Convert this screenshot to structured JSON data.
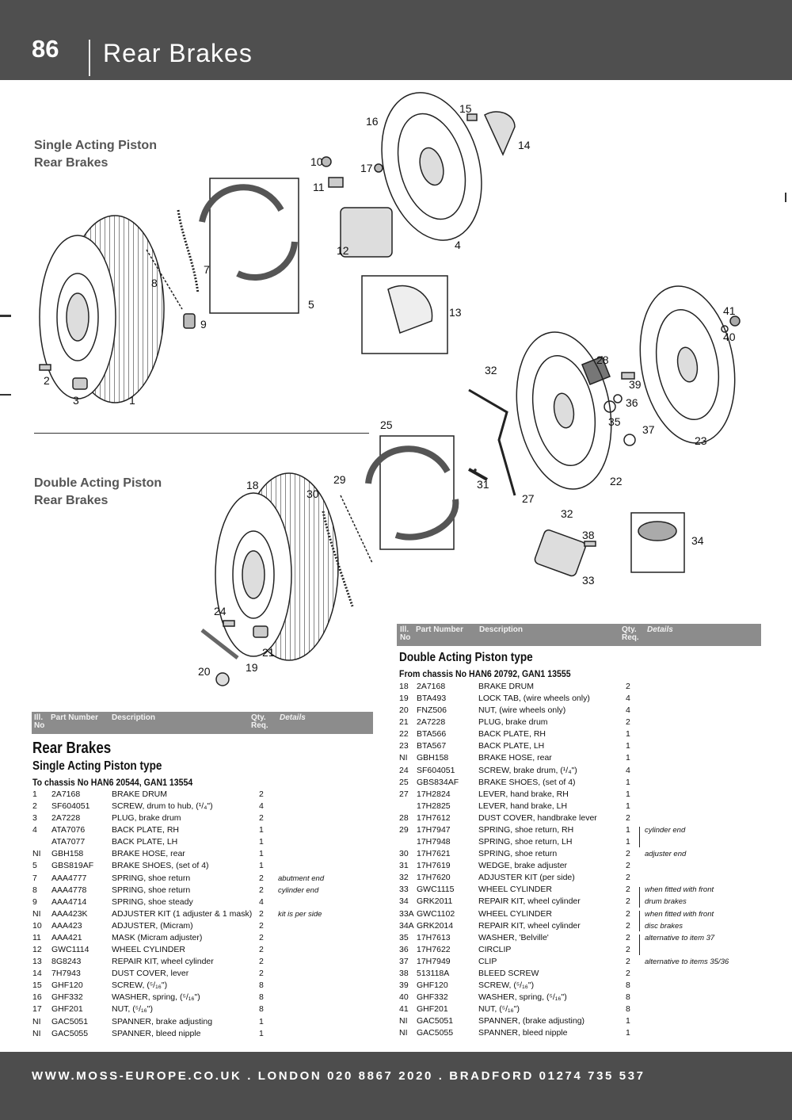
{
  "header": {
    "page_number": "86",
    "title": "Rear Brakes"
  },
  "captions": {
    "single_1": "Single Acting Piston",
    "single_2": "Rear Brakes",
    "double_1": "Double Acting Piston",
    "double_2": "Rear Brakes"
  },
  "table_headers": {
    "ill": "Ill.",
    "no": "No",
    "part": "Part Number",
    "desc": "Description",
    "qty": "Qty.",
    "req": "Req.",
    "details": "Details"
  },
  "left_table": {
    "section_title": "Rear Brakes",
    "subtitle": "Single Acting Piston type",
    "chassis": "To chassis No HAN6 20544, GAN1 13554",
    "rows": [
      {
        "ill": "1",
        "part": "2A7168",
        "desc": "BRAKE DRUM",
        "qty": "2",
        "details": ""
      },
      {
        "ill": "2",
        "part": "SF604051",
        "desc": "SCREW, drum to hub, (¹/₄\")",
        "qty": "4",
        "details": ""
      },
      {
        "ill": "3",
        "part": "2A7228",
        "desc": "PLUG, brake drum",
        "qty": "2",
        "details": ""
      },
      {
        "ill": "4",
        "part": "ATA7076",
        "desc": "BACK PLATE, RH",
        "qty": "1",
        "details": ""
      },
      {
        "ill": "",
        "part": "ATA7077",
        "desc": "BACK PLATE, LH",
        "qty": "1",
        "details": ""
      },
      {
        "ill": "NI",
        "part": "GBH158",
        "desc": "BRAKE HOSE, rear",
        "qty": "1",
        "details": ""
      },
      {
        "ill": "5",
        "part": "GBS819AF",
        "desc": "BRAKE SHOES, (set of 4)",
        "qty": "1",
        "details": ""
      },
      {
        "ill": "7",
        "part": "AAA4777",
        "desc": "SPRING, shoe return",
        "qty": "2",
        "details": "abutment end"
      },
      {
        "ill": "8",
        "part": "AAA4778",
        "desc": "SPRING, shoe return",
        "qty": "2",
        "details": "cylinder end"
      },
      {
        "ill": "9",
        "part": "AAA4714",
        "desc": "SPRING, shoe steady",
        "qty": "4",
        "details": ""
      },
      {
        "ill": "NI",
        "part": "AAA423K",
        "desc": "ADJUSTER KIT (1 adjuster & 1 mask)",
        "qty": "2",
        "details": "kit is per side"
      },
      {
        "ill": "10",
        "part": "AAA423",
        "desc": "ADJUSTER, (Micram)",
        "qty": "2",
        "details": ""
      },
      {
        "ill": "11",
        "part": "AAA421",
        "desc": "MASK (Micram adjuster)",
        "qty": "2",
        "details": ""
      },
      {
        "ill": "12",
        "part": "GWC1114",
        "desc": "WHEEL CYLINDER",
        "qty": "2",
        "details": ""
      },
      {
        "ill": "13",
        "part": "8G8243",
        "desc": "REPAIR KIT, wheel cylinder",
        "qty": "2",
        "details": ""
      },
      {
        "ill": "14",
        "part": "7H7943",
        "desc": "DUST COVER, lever",
        "qty": "2",
        "details": ""
      },
      {
        "ill": "15",
        "part": "GHF120",
        "desc": "SCREW, (⁵/₁₆\")",
        "qty": "8",
        "details": ""
      },
      {
        "ill": "16",
        "part": "GHF332",
        "desc": "WASHER, spring, (⁵/₁₆\")",
        "qty": "8",
        "details": ""
      },
      {
        "ill": "17",
        "part": "GHF201",
        "desc": "NUT, (⁵/₁₆\")",
        "qty": "8",
        "details": ""
      },
      {
        "ill": "NI",
        "part": "GAC5051",
        "desc": "SPANNER, brake adjusting",
        "qty": "1",
        "details": ""
      },
      {
        "ill": "NI",
        "part": "GAC5055",
        "desc": "SPANNER, bleed nipple",
        "qty": "1",
        "details": ""
      }
    ]
  },
  "right_table": {
    "subtitle": "Double Acting Piston type",
    "chassis": "From chassis No HAN6 20792, GAN1 13555",
    "rows": [
      {
        "ill": "18",
        "part": "2A7168",
        "desc": "BRAKE DRUM",
        "qty": "2",
        "details": ""
      },
      {
        "ill": "19",
        "part": "BTA493",
        "desc": "LOCK TAB, (wire wheels only)",
        "qty": "4",
        "details": ""
      },
      {
        "ill": "20",
        "part": "FNZ506",
        "desc": "NUT, (wire wheels only)",
        "qty": "4",
        "details": ""
      },
      {
        "ill": "21",
        "part": "2A7228",
        "desc": "PLUG, brake drum",
        "qty": "2",
        "details": ""
      },
      {
        "ill": "22",
        "part": "BTA566",
        "desc": "BACK PLATE, RH",
        "qty": "1",
        "details": ""
      },
      {
        "ill": "23",
        "part": "BTA567",
        "desc": "BACK PLATE, LH",
        "qty": "1",
        "details": ""
      },
      {
        "ill": "NI",
        "part": "GBH158",
        "desc": "BRAKE HOSE, rear",
        "qty": "1",
        "details": ""
      },
      {
        "ill": "24",
        "part": "SF604051",
        "desc": "SCREW, brake drum, (¹/₄\")",
        "qty": "4",
        "details": ""
      },
      {
        "ill": "25",
        "part": "GBS834AF",
        "desc": "BRAKE SHOES, (set of 4)",
        "qty": "1",
        "details": ""
      },
      {
        "ill": "27",
        "part": "17H2824",
        "desc": "LEVER, hand brake, RH",
        "qty": "1",
        "details": ""
      },
      {
        "ill": "",
        "part": "17H2825",
        "desc": "LEVER, hand brake, LH",
        "qty": "1",
        "details": ""
      },
      {
        "ill": "28",
        "part": "17H7612",
        "desc": "DUST COVER, handbrake lever",
        "qty": "2",
        "details": ""
      },
      {
        "ill": "29",
        "part": "17H7947",
        "desc": "SPRING, shoe return, RH",
        "qty": "1",
        "details": "cylinder end"
      },
      {
        "ill": "",
        "part": "17H7948",
        "desc": "SPRING, shoe return, LH",
        "qty": "1",
        "details": ""
      },
      {
        "ill": "30",
        "part": "17H7621",
        "desc": "SPRING, shoe return",
        "qty": "2",
        "details": "adjuster end"
      },
      {
        "ill": "31",
        "part": "17H7619",
        "desc": "WEDGE, brake adjuster",
        "qty": "2",
        "details": ""
      },
      {
        "ill": "32",
        "part": "17H7620",
        "desc": "ADJUSTER KIT (per side)",
        "qty": "2",
        "details": ""
      },
      {
        "ill": "33",
        "part": "GWC1115",
        "desc": "WHEEL CYLINDER",
        "qty": "2",
        "details": "when fitted with front"
      },
      {
        "ill": "34",
        "part": "GRK2011",
        "desc": "REPAIR KIT, wheel cylinder",
        "qty": "2",
        "details": "drum brakes"
      },
      {
        "ill": "33A",
        "part": "GWC1102",
        "desc": "WHEEL CYLINDER",
        "qty": "2",
        "details": "when fitted with front"
      },
      {
        "ill": "34A",
        "part": "GRK2014",
        "desc": "REPAIR KIT, wheel cylinder",
        "qty": "2",
        "details": "disc brakes"
      },
      {
        "ill": "35",
        "part": "17H7613",
        "desc": "WASHER, 'Belville'",
        "qty": "2",
        "details": "alternative to item 37"
      },
      {
        "ill": "36",
        "part": "17H7622",
        "desc": "CIRCLIP",
        "qty": "2",
        "details": ""
      },
      {
        "ill": "37",
        "part": "17H7949",
        "desc": "CLIP",
        "qty": "2",
        "details": "alternative to items 35/36"
      },
      {
        "ill": "38",
        "part": "513118A",
        "desc": "BLEED SCREW",
        "qty": "2",
        "details": ""
      },
      {
        "ill": "39",
        "part": "GHF120",
        "desc": "SCREW, (⁵/₁₆\")",
        "qty": "8",
        "details": ""
      },
      {
        "ill": "40",
        "part": "GHF332",
        "desc": "WASHER, spring, (⁵/₁₆\")",
        "qty": "8",
        "details": ""
      },
      {
        "ill": "41",
        "part": "GHF201",
        "desc": "NUT, (⁵/₁₆\")",
        "qty": "8",
        "details": ""
      },
      {
        "ill": "NI",
        "part": "GAC5051",
        "desc": "SPANNER, (brake adjusting)",
        "qty": "1",
        "details": ""
      },
      {
        "ill": "NI",
        "part": "GAC5055",
        "desc": "SPANNER, bleed nipple",
        "qty": "1",
        "details": ""
      }
    ]
  },
  "callouts": [
    "1",
    "2",
    "3",
    "4",
    "5",
    "7",
    "8",
    "9",
    "10",
    "11",
    "12",
    "13",
    "14",
    "15",
    "16",
    "17",
    "18",
    "19",
    "20",
    "21",
    "22",
    "23",
    "24",
    "25",
    "27",
    "28",
    "29",
    "30",
    "31",
    "32",
    "32",
    "33",
    "34",
    "35",
    "36",
    "37",
    "38",
    "39",
    "40",
    "41"
  ],
  "footer": {
    "text": "WWW.MOSS-EUROPE.CO.UK . LONDON 020 8867 2020 . BRADFORD 01274 735 537"
  }
}
